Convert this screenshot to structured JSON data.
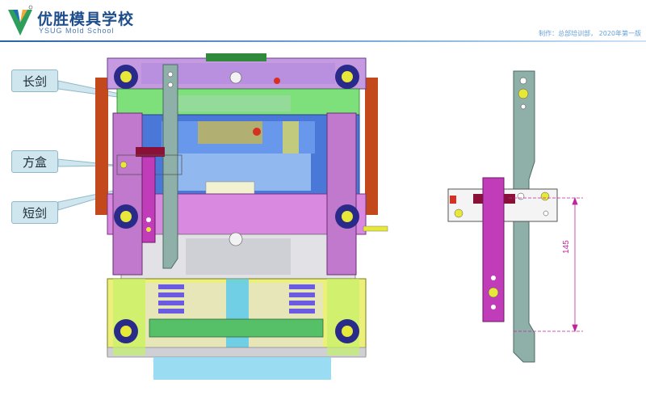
{
  "header": {
    "logo_title": "优胜模具学校",
    "logo_subtitle": "YSUG Mold School",
    "credit": "制作：总部培训部，  2020年第一版"
  },
  "callouts": [
    {
      "label": "长剑"
    },
    {
      "label": "方盒"
    },
    {
      "label": "短剑"
    }
  ],
  "dimension": {
    "value": "145"
  },
  "colors": {
    "brand_blue": "#1f4e8c",
    "long_sword": "#8fb0a8",
    "short_sword": "#c03cb8",
    "box": "#8a1038",
    "dimension_line": "#c0249c"
  }
}
